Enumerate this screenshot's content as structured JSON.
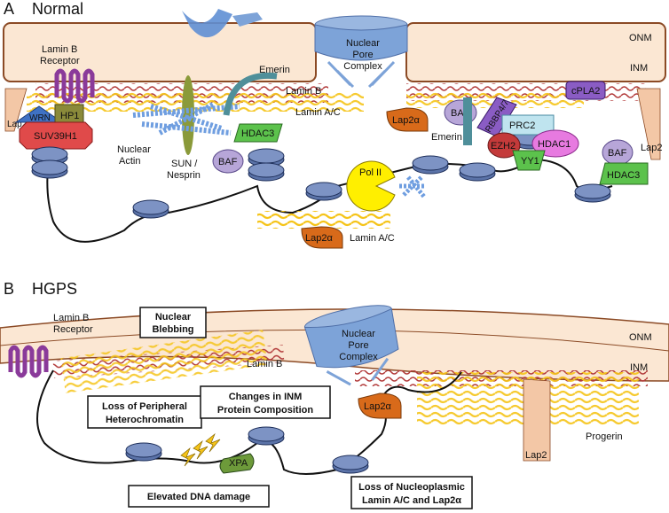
{
  "panels": {
    "a_letter": "A",
    "a_title": "Normal",
    "b_letter": "B",
    "b_title": "HGPS"
  },
  "membrane": {
    "onm": "ONM",
    "inm": "INM"
  },
  "labels_a": {
    "lamin_b_receptor_1": "Lamin B",
    "lamin_b_receptor_2": "Receptor",
    "npc_1": "Nuclear",
    "npc_2": "Pore",
    "npc_3": "Complex",
    "emerin_left": "Emerin",
    "lamin_b": "Lamin B",
    "lamin_ac_top": "Lamin A/C",
    "wrn": "WRN",
    "hp1": "HP1",
    "suv39h1": "SUV39H1",
    "lap2_left": "Lap2",
    "nuclear_actin_1": "Nuclear",
    "nuclear_actin_2": "Actin",
    "sun_1": "SUN /",
    "sun_2": "Nesprin",
    "hdac3_left": "HDAC3",
    "baf_left": "BAF",
    "pol2": "Pol II",
    "lap2a_bottom": "Lap2α",
    "lamin_ac_bottom": "Lamin A/C",
    "lap2a_right": "Lap2α",
    "baf_mid": "BAF",
    "emerin_right": "Emerin",
    "rbbp": "RBBP4/7",
    "prc2": "PRC2",
    "ezh2": "EZH2",
    "hdac1": "HDAC1",
    "yy1": "YY1",
    "cpla2": "cPLA2",
    "baf_right": "BAF",
    "hdac3_right": "HDAC3",
    "lap2_right": "Lap2"
  },
  "labels_b": {
    "lamin_b_receptor_1": "Lamin B",
    "lamin_b_receptor_2": "Receptor",
    "lamin_b": "Lamin B",
    "npc_1": "Nuclear",
    "npc_2": "Pore",
    "npc_3": "Complex",
    "lap2a": "Lap2α",
    "progerin": "Progerin",
    "lap2": "Lap2",
    "xpa": "XPA"
  },
  "boxes_b": {
    "blebbing_1": "Nuclear",
    "blebbing_2": "Blebbing",
    "heterochromatin_1": "Loss of Peripheral",
    "heterochromatin_2": "Heterochromatin",
    "inm_1": "Changes in INM",
    "inm_2": "Protein Composition",
    "dna_damage": "Elevated DNA damage",
    "nucleoplasmic_1": "Loss of Nucleoplasmic",
    "nucleoplasmic_2": "Lamin A/C and Lap2α"
  },
  "colors": {
    "membrane_fill": "#fbe7d3",
    "membrane_stroke": "#8b4a25",
    "npc": "#7da3d8",
    "lamin_b": "#b23a3a",
    "lamin_ac": "#f5c419",
    "nucleosome": "#5b73a8",
    "lbr": "#8a3a9a",
    "wrn": "#3f72c4",
    "hp1": "#8a8a3a",
    "suv39h1": "#e04a4a",
    "hdac3": "#5cc24c",
    "baf": "#b7a6d8",
    "pol2": "#ffef00",
    "lap2a": "#d86a1a",
    "rbbp": "#8a5cc4",
    "prc2": "#bfe4ef",
    "ezh2": "#c43a3a",
    "hdac1": "#e77ae0",
    "yy1": "#5cc24c",
    "cpla2": "#8a5cc4",
    "lap2": "#f3c7a6",
    "xpa": "#6d9a3a",
    "actin": "#6f9ee0",
    "sun": "#7a9a3a"
  }
}
